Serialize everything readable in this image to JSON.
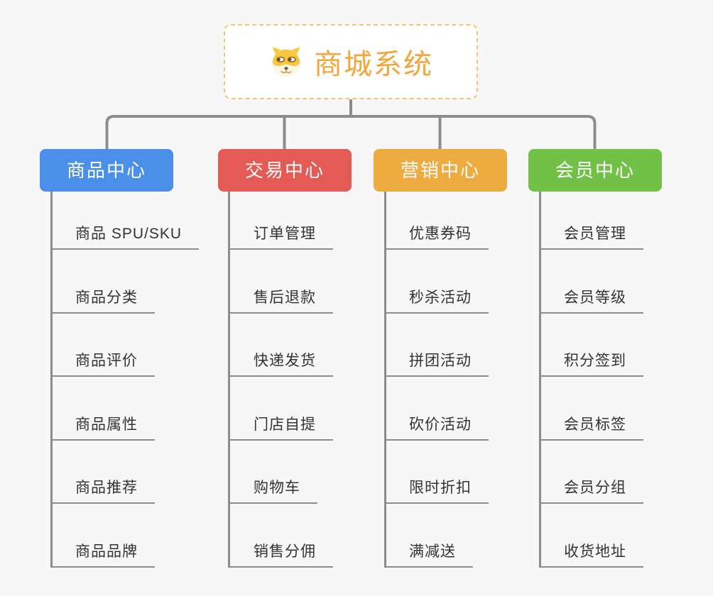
{
  "root": {
    "label": "商城系统",
    "icon": "doge-face-icon"
  },
  "branches": [
    {
      "label": "商品中心",
      "color": "#4a90e8",
      "children": [
        "商品 SPU/SKU",
        "商品分类",
        "商品评价",
        "商品属性",
        "商品推荐",
        "商品品牌"
      ]
    },
    {
      "label": "交易中心",
      "color": "#e45a54",
      "children": [
        "订单管理",
        "售后退款",
        "快递发货",
        "门店自提",
        "购物车",
        "销售分佣"
      ]
    },
    {
      "label": "营销中心",
      "color": "#eeab40",
      "children": [
        "优惠券码",
        "秒杀活动",
        "拼团活动",
        "砍价活动",
        "限时折扣",
        "满减送"
      ]
    },
    {
      "label": "会员中心",
      "color": "#72c045",
      "children": [
        "会员管理",
        "会员等级",
        "积分签到",
        "会员标签",
        "会员分组",
        "收货地址"
      ]
    }
  ],
  "colors": {
    "background": "#f7f7f7",
    "connector": "#8c8c8c",
    "root_text": "#f2a63c",
    "root_border": "#f6c474",
    "child_text": "#333333"
  }
}
